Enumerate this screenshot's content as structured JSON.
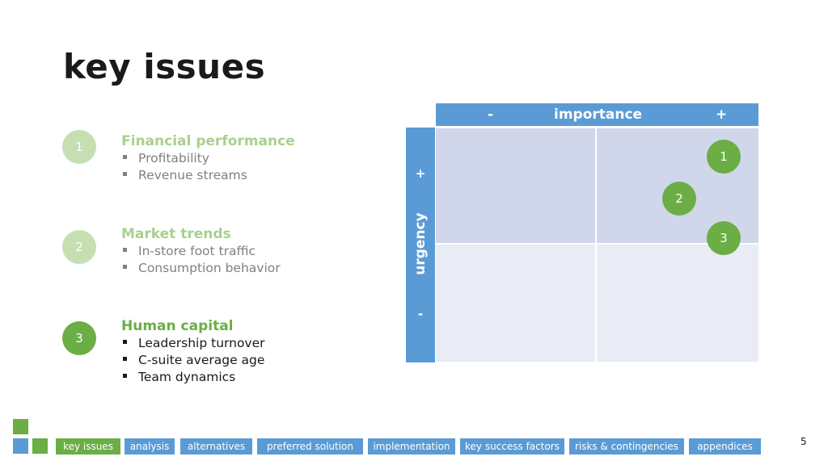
{
  "title": "key issues",
  "issues": [
    {
      "number": "1",
      "heading": "Financial performance",
      "bullets": [
        "Profitability",
        "Revenue streams"
      ]
    },
    {
      "number": "2",
      "heading": "Market trends",
      "bullets": [
        "In-store foot traffic",
        "Consumption behavior"
      ]
    },
    {
      "number": "3",
      "heading": "Human capital",
      "bullets": [
        "Leadership turnover",
        "C-suite average age",
        "Team dynamics"
      ]
    }
  ],
  "matrix": {
    "importance_label": "importance",
    "importance_minus": "-",
    "importance_plus": "+",
    "urgency_label": "urgency",
    "urgency_plus": "+",
    "urgency_minus": "-",
    "markers": [
      "1",
      "2",
      "3"
    ]
  },
  "nav": [
    {
      "label": "key issues",
      "active": true
    },
    {
      "label": "analysis",
      "active": false
    },
    {
      "label": "alternatives",
      "active": false
    },
    {
      "label": "preferred solution",
      "active": false
    },
    {
      "label": "implementation",
      "active": false
    },
    {
      "label": "key success factors",
      "active": false
    },
    {
      "label": "risks & contingencies",
      "active": false
    },
    {
      "label": "appendices",
      "active": false
    }
  ],
  "page_number": "5",
  "colors": {
    "accent_blue": "#5b9bd5",
    "accent_green": "#6aae45",
    "light_green": "#c5dfb2",
    "quadrant_top": "#d0d7ea",
    "quadrant_bottom": "#e9ebf5"
  }
}
